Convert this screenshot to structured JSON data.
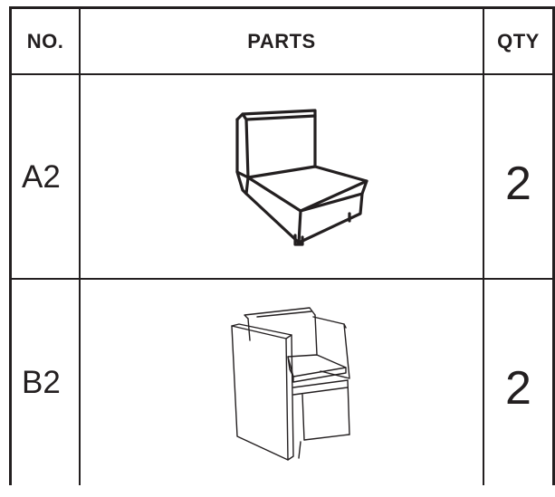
{
  "table": {
    "headers": {
      "no": "NO.",
      "parts": "PARTS",
      "qty": "QTY"
    },
    "rows": [
      {
        "no": "A2",
        "part_icon": "armless-sofa-section-icon",
        "qty": "2"
      },
      {
        "no": "B2",
        "part_icon": "armchair-section-icon",
        "qty": "2"
      }
    ]
  },
  "colors": {
    "ink": "#231f20",
    "paper": "#ffffff"
  }
}
